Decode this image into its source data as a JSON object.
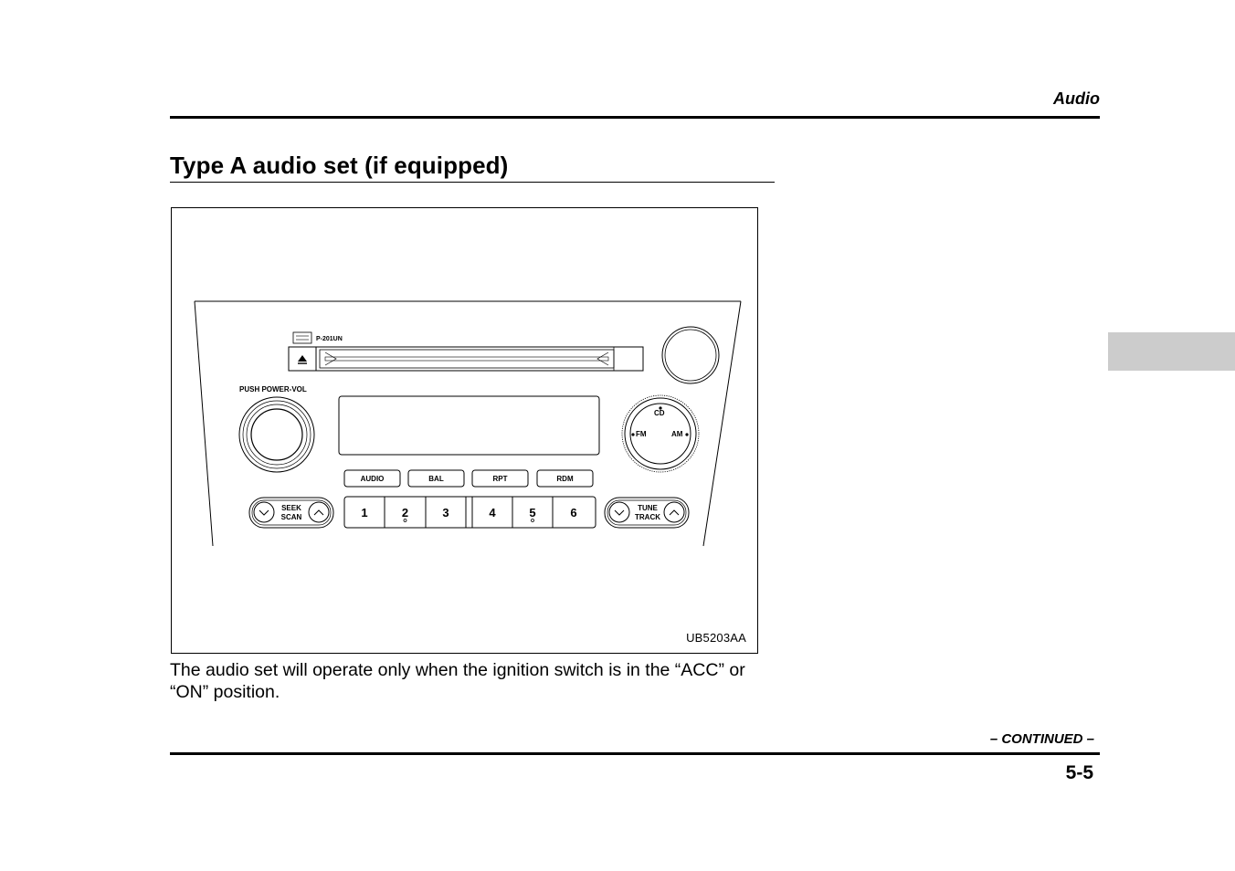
{
  "header": {
    "section": "Audio"
  },
  "title": "Type A audio set (if equipped)",
  "figure": {
    "code": "UB5203AA",
    "unit": {
      "model": "P-201UN",
      "power_label": "PUSH POWER-VOL",
      "mode_dial": {
        "cd": "CD",
        "fm": "FM",
        "am": "AM"
      },
      "function_buttons": [
        "AUDIO",
        "BAL",
        "RPT",
        "RDM"
      ],
      "seek_label": [
        "SEEK",
        "SCAN"
      ],
      "tune_label": [
        "TUNE",
        "TRACK"
      ],
      "presets": [
        "1",
        "2",
        "3",
        "4",
        "5",
        "6"
      ]
    }
  },
  "body": "The audio set will operate only when the ignition switch is in the “ACC” or “ON” position.",
  "footer": {
    "continued": "– CONTINUED –",
    "page": "5-5"
  }
}
